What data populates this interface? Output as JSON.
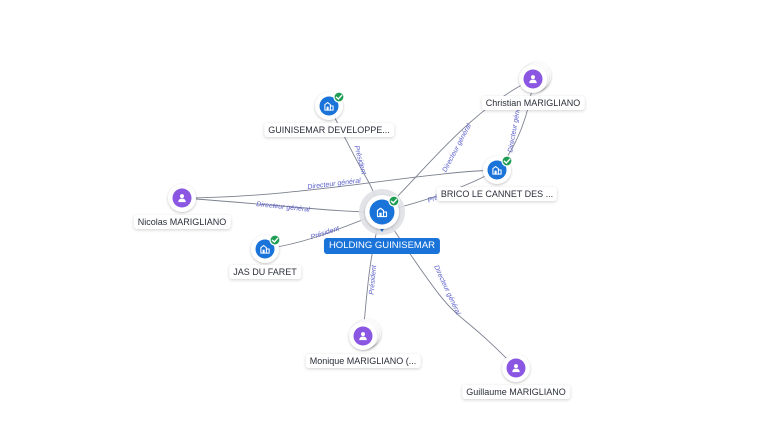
{
  "colors": {
    "company": "#1a73d9",
    "person": "#8a56e2",
    "check": "#1e9e53",
    "edge": "#7c8190",
    "edge_label": "#5a5fc9",
    "main_label_bg": "#1a73d9"
  },
  "nodes": [
    {
      "id": "holding",
      "type": "company",
      "main": true,
      "label": "HOLDING GUINISEMAR",
      "icon": "building-icon",
      "verified": true
    },
    {
      "id": "guinisemar_dev",
      "type": "company",
      "label": "GUINISEMAR DEVELOPPE...",
      "icon": "building-icon",
      "verified": true
    },
    {
      "id": "brico",
      "type": "company",
      "label": "BRICO LE CANNET DES ...",
      "icon": "building-icon",
      "verified": true
    },
    {
      "id": "jas",
      "type": "company",
      "label": "JAS DU FARET",
      "icon": "building-icon",
      "verified": true
    },
    {
      "id": "christian",
      "type": "person",
      "label": "Christian MARIGLIANO",
      "icon": "person-icon",
      "stacked": true
    },
    {
      "id": "nicolas",
      "type": "person",
      "label": "Nicolas MARIGLIANO",
      "icon": "person-icon"
    },
    {
      "id": "monique",
      "type": "person",
      "label": "Monique MARIGLIANO (...",
      "icon": "person-icon",
      "stacked": true
    },
    {
      "id": "guillaume",
      "type": "person",
      "label": "Guillaume MARIGLIANO",
      "icon": "person-icon"
    }
  ],
  "edges": [
    {
      "from": "holding",
      "to": "guinisemar_dev",
      "label": "Président"
    },
    {
      "from": "nicolas",
      "to": "brico",
      "label": "Directeur général"
    },
    {
      "from": "nicolas",
      "to": "holding",
      "label": "Directeur général"
    },
    {
      "from": "holding",
      "to": "jas",
      "label": "Président"
    },
    {
      "from": "holding",
      "to": "brico",
      "label": "Pré"
    },
    {
      "from": "christian",
      "to": "holding",
      "label": "Directeur général"
    },
    {
      "from": "christian",
      "to": "brico",
      "label": "Directeur général"
    },
    {
      "from": "monique",
      "to": "holding",
      "label": "Président"
    },
    {
      "from": "guillaume",
      "to": "holding",
      "label": "Directeur général"
    }
  ]
}
